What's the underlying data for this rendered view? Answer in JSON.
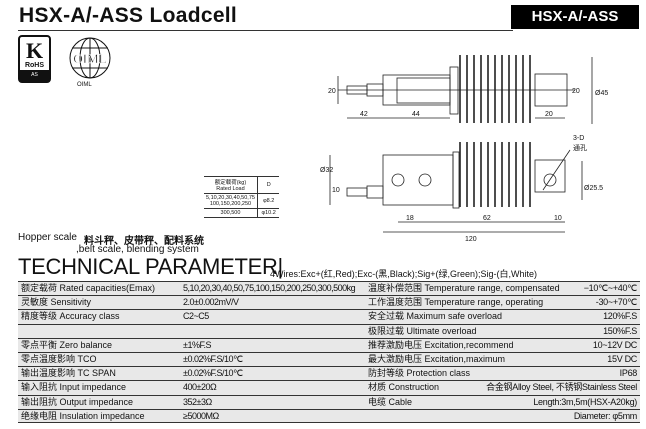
{
  "header": {
    "title": "HSX-A/-ASS  Loadcell",
    "badge": "HSX-A/-ASS"
  },
  "logos": {
    "rohs_letter": "K",
    "rohs_text": "RoHS",
    "rohs_bar": "AS",
    "oiml_text": "OIML",
    "oiml_label": "OIML"
  },
  "drawing": {
    "dims": [
      "20",
      "42",
      "44",
      "20",
      "Ø45",
      "20",
      "Ø32",
      "10",
      "18",
      "62",
      "10",
      "120",
      "Ø25.5",
      "3-D",
      "通孔"
    ]
  },
  "capacity_table": {
    "header_cn": "额定载荷(kg)",
    "header_en": "Rated Load",
    "header_d": "D",
    "rows": [
      {
        "load": "5,10,20,30,40,50,75 100,150,200,250",
        "d": "φ8.2"
      },
      {
        "load": "300,500",
        "d": "φ10.2"
      }
    ]
  },
  "application": {
    "cn": "料斗秤、皮带秤、配料系统",
    "en1": "Hopper scale",
    "en2": ",belt scale, blending system"
  },
  "section": {
    "title": "TECHNICAL PARAMETER|",
    "wires": "4Wires:Exc+(红,Red);Exc-(黑,Black);Sig+(绿,Green);Sig-(白,White)"
  },
  "params": [
    {
      "l1": "额定载荷 Rated capacities(Emax)",
      "v1": "5,10,20,30,40,50,75,100,150,200,250,300,500kg",
      "l2": "温度补偿范围 Temperature range, compensated",
      "v2": "−10℃~+40℃"
    },
    {
      "l1": "灵敏度 Sensitivity",
      "v1": "2.0±0.002mV/V",
      "l2": "工作温度范围 Temperature range, operating",
      "v2": "-30~+70℃"
    },
    {
      "l1": "精度等级 Accuracy class",
      "v1": "C2~C5",
      "l2": "安全过载 Maximum safe overload",
      "v2": "120%F.S"
    },
    {
      "l1": "",
      "v1": "",
      "l2": "极限过载 Ultimate overload",
      "v2": "150%F.S"
    },
    {
      "l1": "零点平衡 Zero balance",
      "v1": "±1%F.S",
      "l2": "推荐激励电压 Excitation,recommend",
      "v2": "10~12V DC"
    },
    {
      "l1": "零点温度影响 TCO",
      "v1": "±0.02%F.S/10℃",
      "l2": "最大激励电压 Excitation,maximum",
      "v2": "15V DC"
    },
    {
      "l1": "输出温度影响 TC SPAN",
      "v1": "±0.02%F.S/10℃",
      "l2": "防封等级 Protection class",
      "v2": "IP68"
    },
    {
      "l1": "输入阻抗 Input  impedance",
      "v1": "400±20Ω",
      "l2": "材质 Construction",
      "v2": "合金钢Alloy Steel, 不锈钢Stainless Steel"
    },
    {
      "l1": "输出阻抗 Output  impedance",
      "v1": "352±3Ω",
      "l2": "电缆 Cable",
      "v2": "Length:3m,5m(HSX-A20kg)"
    },
    {
      "l1": "绝缘电阻 Insulation impedance",
      "v1": "≥5000MΩ",
      "l2": "",
      "v2": "Diameter: φ5mm"
    }
  ]
}
